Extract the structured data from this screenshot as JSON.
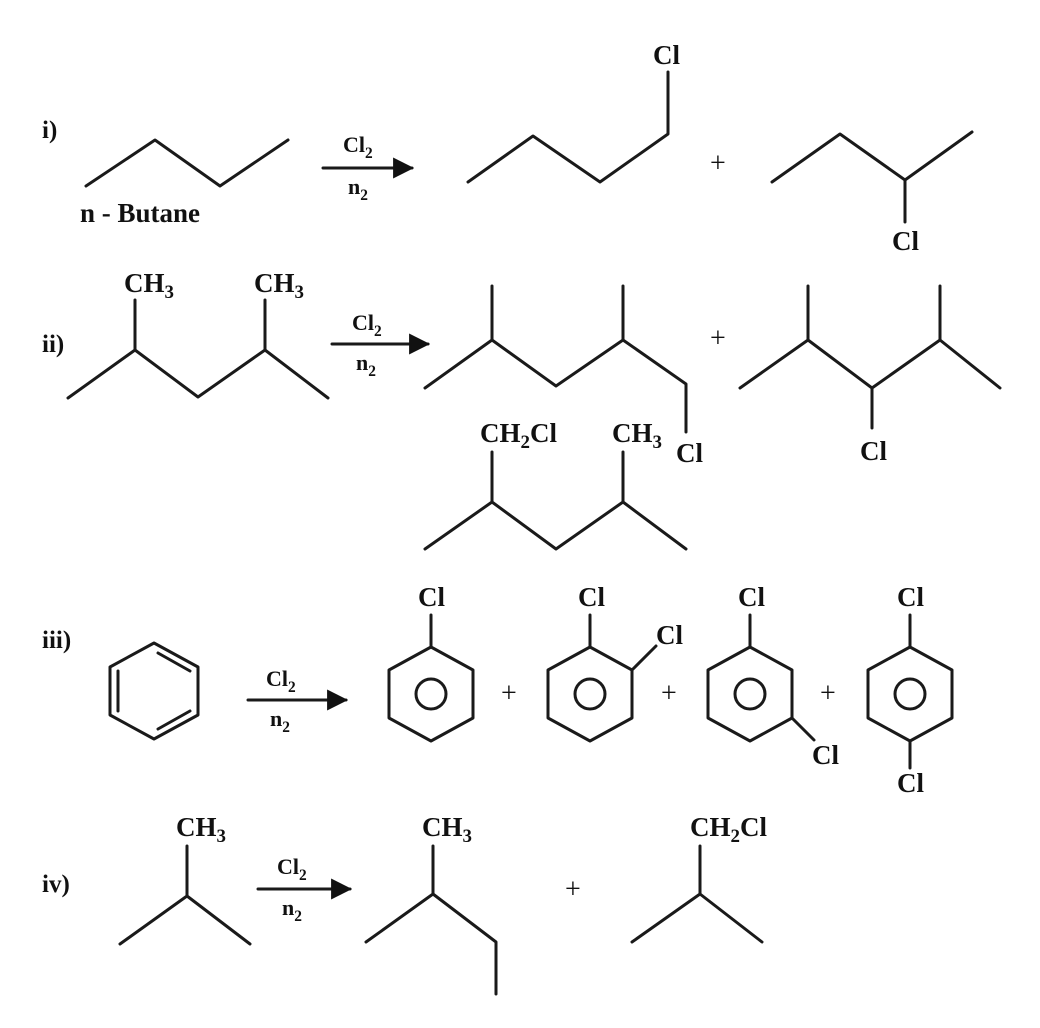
{
  "scheme": {
    "reactions": [
      {
        "number": "i)",
        "reagent": "Cl2",
        "condition": "n2",
        "reactant_name": "n - Butane",
        "plus": "+",
        "product_labels": [
          "Cl",
          "Cl"
        ]
      },
      {
        "number": "ii)",
        "reagent": "Cl2",
        "condition": "n2",
        "plus": "+",
        "reactant_labels": [
          "CH3",
          "CH3"
        ],
        "product_labels": [
          "Cl",
          "Cl",
          "CH2Cl",
          "CH3"
        ]
      },
      {
        "number": "iii)",
        "reagent": "Cl2",
        "condition": "n2",
        "plus": "+",
        "product_labels": [
          "Cl",
          "Cl",
          "Cl",
          "Cl",
          "Cl",
          "Cl",
          "Cl"
        ]
      },
      {
        "number": "iv)",
        "reagent": "Cl2",
        "condition": "n2",
        "plus": "+",
        "reactant_labels": [
          "CH3"
        ],
        "product_labels": [
          "CH3",
          "CH2Cl"
        ]
      }
    ]
  },
  "colors": {
    "ink": "#111111",
    "background": "#ffffff"
  }
}
